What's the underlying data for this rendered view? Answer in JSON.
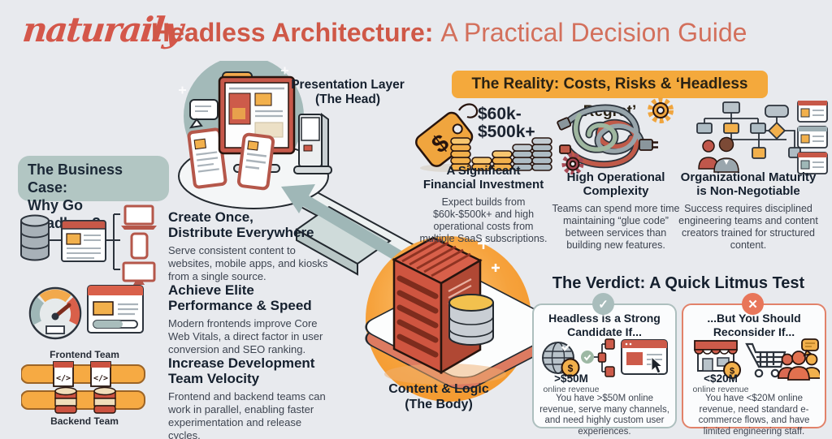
{
  "header": {
    "logo": "naturaily",
    "title_strong": "Headless Architecture:",
    "title_rest": "A Practical Decision Guide"
  },
  "business_case": {
    "title": "The Business Case:\nWhy Go Headless?",
    "benefits": [
      {
        "title": "Create Once,\nDistribute Everywhere",
        "body": "Serve consistent content to websites, mobile apps, and kiosks from a single source."
      },
      {
        "title": "Achieve Elite\nPerformance & Speed",
        "body": "Modern frontends improve Core Web Vitals, a direct factor in user conversion and SEO ranking."
      },
      {
        "title": "Increase Development\nTeam Velocity",
        "body": "Frontend and backend teams can work in parallel, enabling faster experimentation and release cycles."
      }
    ],
    "frontend_team_label": "Frontend Team",
    "backend_team_label": "Backend Team"
  },
  "diagram": {
    "head_label": "Presentation Layer\n(The Head)",
    "body_label": "Content & Logic\n(The Body)"
  },
  "reality": {
    "banner": "The Reality: Costs, Risks & ‘Headless Regret’",
    "cost_range": "$60k-\n$500k+",
    "items": [
      {
        "title": "A Significant\nFinancial Investment",
        "body": "Expect builds from $60k-$500k+ and high operational costs from multiple SaaS subscriptions."
      },
      {
        "title": "High Operational\nComplexity",
        "body": "Teams can spend more time maintaining “glue code” between services than building new features."
      },
      {
        "title": "Organizational Maturity\nis Non-Negotiable",
        "body": "Success requires disciplined engineering teams and content creators trained for structured content."
      }
    ]
  },
  "verdict": {
    "title": "The Verdict: A Quick Litmus Test",
    "strong": {
      "title": "Headless is a Strong\nCandidate If...",
      "stat": ">$50M",
      "stat_label": "online revenue",
      "body": "You have >$50M online revenue, serve many channels, and need highly custom user experiences."
    },
    "reconsider": {
      "title": "...But You Should\nReconsider If...",
      "stat": "<$20M",
      "stat_label": "online revenue",
      "body": "You have <$20M online revenue, need standard e-commerce flows, and have limited engineering staff."
    }
  },
  "icons": {
    "check": "✓",
    "close": "✕",
    "dollar": "$",
    "code": "</>"
  },
  "colors": {
    "background": "#e8eaee",
    "accent_coral": "#d4574a",
    "banner_orange": "#f4a93c",
    "sage": "#b2c6c3",
    "dark_text": "#15202e",
    "body_text": "#3d4450"
  }
}
